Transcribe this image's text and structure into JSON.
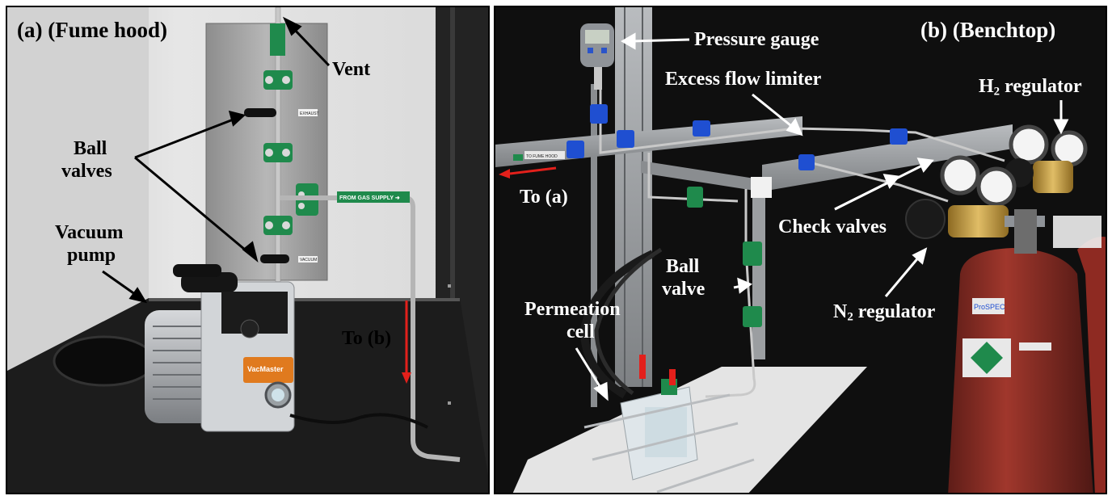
{
  "panel_a": {
    "title": "(a) (Fume hood)",
    "labels": {
      "vent": "Vent",
      "ball_valves_line1": "Ball",
      "ball_valves_line2": "valves",
      "vacuum_pump_line1": "Vacuum",
      "vacuum_pump_line2": "pump",
      "to_b": "To (b)"
    },
    "tags": {
      "exhaust": "EXHAUST",
      "from_gas_supply": "FROM GAS SUPPLY ➜",
      "vacuum": "VACUUM",
      "pump_brand": "VacMaster"
    }
  },
  "panel_b": {
    "title": "(b) (Benchtop)",
    "labels": {
      "pressure_gauge": "Pressure gauge",
      "excess_flow_limiter": "Excess flow limiter",
      "h2_regulator_prefix": "H",
      "h2_regulator_sub": "2",
      "h2_regulator_suffix": " regulator",
      "to_a": "To (a)",
      "check_valves": "Check valves",
      "ball_valve_line1": "Ball",
      "ball_valve_line2": "valve",
      "permeation_cell_line1": "Permeation",
      "permeation_cell_line2": "cell",
      "n2_regulator_prefix": "N",
      "n2_regulator_sub": "2",
      "n2_regulator_suffix": " regulator"
    },
    "tags": {
      "to_fume_hood": "TO FUME HOOD",
      "cylinder_brand": "ProSPEC"
    }
  },
  "colors": {
    "red_arrow": "#e3201b",
    "valve_green": "#1f8a4c",
    "clamp_blue": "#1f4fd1",
    "cylinder_red": "#8e2a22",
    "brass": "#c9a24a"
  }
}
